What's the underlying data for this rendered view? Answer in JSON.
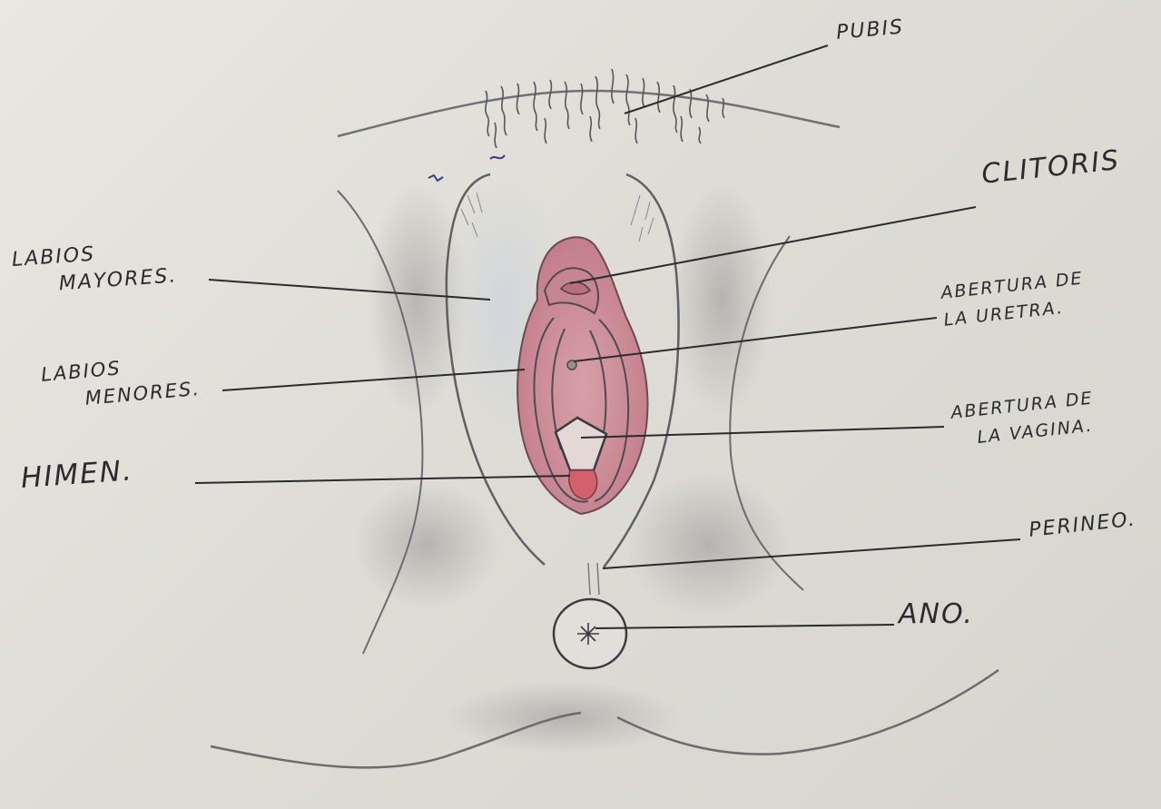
{
  "labels": {
    "pubis": "PUBIS",
    "clitoris": "CLITORIS",
    "labios_mayores": [
      "LABIOS",
      "MAYORES."
    ],
    "abertura_uretra": [
      "ABERTURA DE",
      "LA URETRA."
    ],
    "labios_menores": [
      "LABIOS",
      "MENORES."
    ],
    "abertura_vagina": [
      "ABERTURA DE",
      "LA VAGINA."
    ],
    "himen": "HIMEN.",
    "perineo": "PERINEO.",
    "ano": "ANO."
  },
  "colors": {
    "paper": "#e4e3dd",
    "pencil": "#5c5c60",
    "ink": "#2b2b2f",
    "labia": "#c98a95",
    "labia_dark": "#b06673",
    "hymen": "#d4606c"
  }
}
